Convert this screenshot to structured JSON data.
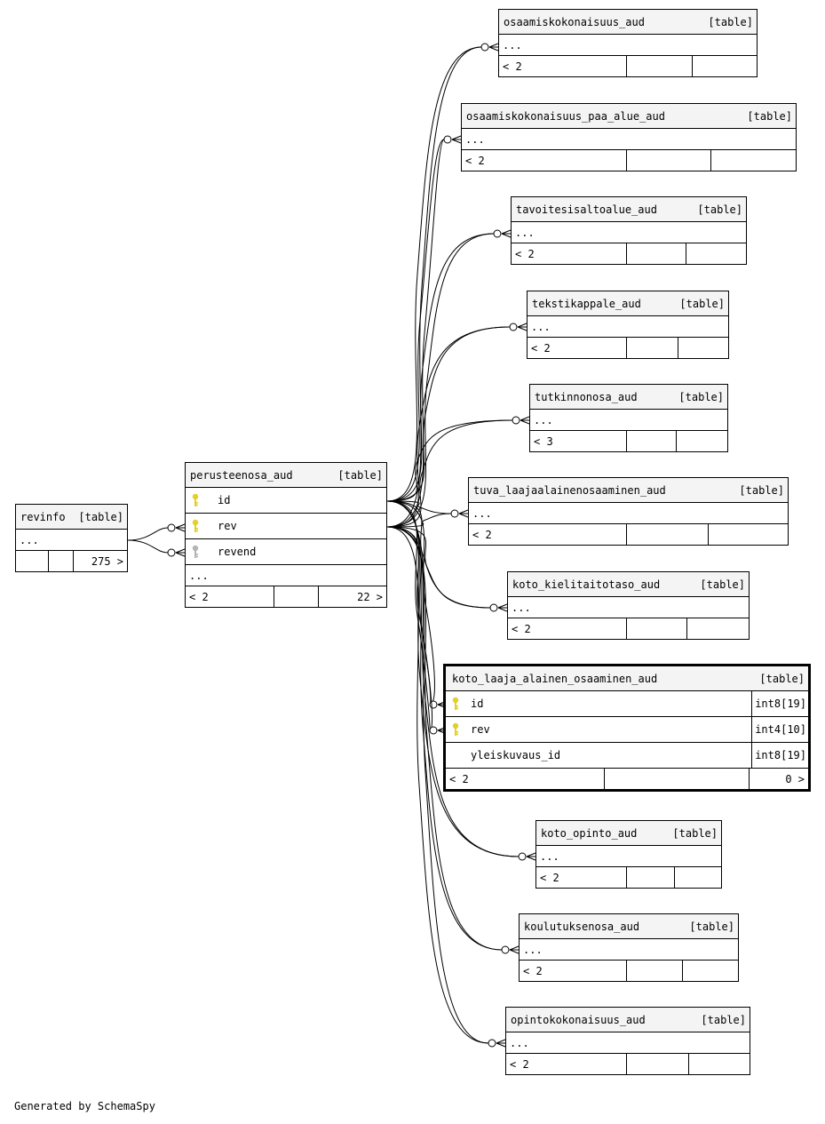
{
  "colors": {
    "primary_key": "#e1d027",
    "non_key": "#b4b4b4",
    "header_bg": "#f4f4f4",
    "line": "#000000"
  },
  "tables": {
    "revinfo": {
      "name": "revinfo",
      "type": "[table]",
      "ellipsis": "...",
      "footer": [
        "",
        "",
        "275 >"
      ]
    },
    "perusteenosa_aud": {
      "name": "perusteenosa_aud",
      "type": "[table]",
      "columns": [
        {
          "name": "id",
          "key": "primary-key-icon"
        },
        {
          "name": "rev",
          "key": "primary-key-icon"
        },
        {
          "name": "revend",
          "key": "non-key-icon"
        }
      ],
      "ellipsis": "...",
      "footer": [
        "< 2",
        "",
        "22 >"
      ]
    },
    "osaamiskokonaisuus_aud": {
      "name": "osaamiskokonaisuus_aud",
      "type": "[table]",
      "ellipsis": "...",
      "footer": [
        "< 2",
        "",
        ""
      ]
    },
    "osaamiskokonaisuus_paa_alue_aud": {
      "name": "osaamiskokonaisuus_paa_alue_aud",
      "type": "[table]",
      "ellipsis": "...",
      "footer": [
        "< 2",
        "",
        ""
      ]
    },
    "tavoitesisaltoalue_aud": {
      "name": "tavoitesisaltoalue_aud",
      "type": "[table]",
      "ellipsis": "...",
      "footer": [
        "< 2",
        "",
        ""
      ]
    },
    "tekstikappale_aud": {
      "name": "tekstikappale_aud",
      "type": "[table]",
      "ellipsis": "...",
      "footer": [
        "< 2",
        "",
        ""
      ]
    },
    "tutkinnonosa_aud": {
      "name": "tutkinnonosa_aud",
      "type": "[table]",
      "ellipsis": "...",
      "footer": [
        "< 3",
        "",
        ""
      ]
    },
    "tuva_laajaalainenosaaminen_aud": {
      "name": "tuva_laajaalainenosaaminen_aud",
      "type": "[table]",
      "ellipsis": "...",
      "footer": [
        "< 2",
        "",
        ""
      ]
    },
    "koto_kielitaitotaso_aud": {
      "name": "koto_kielitaitotaso_aud",
      "type": "[table]",
      "ellipsis": "...",
      "footer": [
        "< 2",
        "",
        ""
      ]
    },
    "koto_laaja_alainen_osaaminen_aud": {
      "name": "koto_laaja_alainen_osaaminen_aud",
      "type": "[table]",
      "columns": [
        {
          "name": "id",
          "key": "primary-key-icon",
          "type": "int8[19]"
        },
        {
          "name": "rev",
          "key": "primary-key-icon",
          "type": "int4[10]"
        },
        {
          "name": "yleiskuvaus_id",
          "key": "",
          "type": "int8[19]"
        }
      ],
      "footer": [
        "< 2",
        "",
        "0 >"
      ]
    },
    "koto_opinto_aud": {
      "name": "koto_opinto_aud",
      "type": "[table]",
      "ellipsis": "...",
      "footer": [
        "< 2",
        "",
        ""
      ]
    },
    "koulutuksenosa_aud": {
      "name": "koulutuksenosa_aud",
      "type": "[table]",
      "ellipsis": "...",
      "footer": [
        "< 2",
        "",
        ""
      ]
    },
    "opintokokonaisuus_aud": {
      "name": "opintokokonaisuus_aud",
      "type": "[table]",
      "ellipsis": "...",
      "footer": [
        "< 2",
        "",
        ""
      ]
    }
  },
  "relationships": [
    {
      "from": "revinfo",
      "to": "perusteenosa_aud",
      "to_columns": [
        "rev",
        "revend"
      ]
    },
    {
      "from": "perusteenosa_aud",
      "to": "osaamiskokonaisuus_aud"
    },
    {
      "from": "perusteenosa_aud",
      "to": "osaamiskokonaisuus_paa_alue_aud"
    },
    {
      "from": "perusteenosa_aud",
      "to": "tavoitesisaltoalue_aud"
    },
    {
      "from": "perusteenosa_aud",
      "to": "tekstikappale_aud"
    },
    {
      "from": "perusteenosa_aud",
      "to": "tutkinnonosa_aud"
    },
    {
      "from": "perusteenosa_aud",
      "to": "tuva_laajaalainenosaaminen_aud"
    },
    {
      "from": "perusteenosa_aud",
      "to": "koto_kielitaitotaso_aud"
    },
    {
      "from": "perusteenosa_aud",
      "to": "koto_laaja_alainen_osaaminen_aud",
      "to_columns": [
        "id",
        "rev"
      ]
    },
    {
      "from": "perusteenosa_aud",
      "to": "koto_opinto_aud"
    },
    {
      "from": "perusteenosa_aud",
      "to": "koulutuksenosa_aud"
    },
    {
      "from": "perusteenosa_aud",
      "to": "opintokokonaisuus_aud"
    }
  ],
  "credit": "Generated by SchemaSpy"
}
